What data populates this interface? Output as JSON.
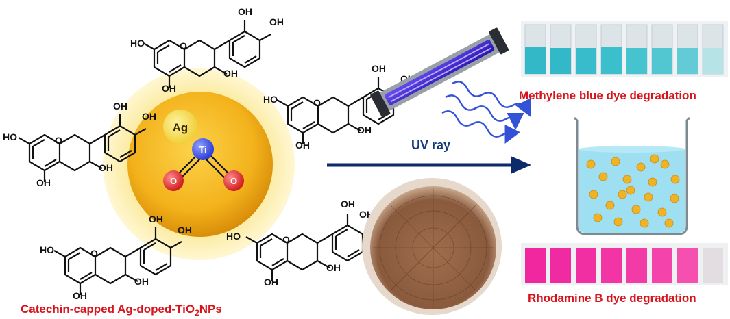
{
  "labels": {
    "ag": "Ag",
    "ti": "Ti",
    "o": "O",
    "oh": "OH",
    "ho": "HO",
    "ring_o": "O",
    "uv": "UV ray",
    "methylene": "Methylene blue dye degradation",
    "rhodamine": "Rhodamine B dye degradation",
    "caption_main": "Catechin-capped Ag-doped-TiO",
    "caption_sub": "2",
    "caption_end": "NPs"
  },
  "colors": {
    "nanoparticle": "#f3b21b",
    "halo": "#fbe99a",
    "silver": "#f6dd4a",
    "titanium": "#2d3fd6",
    "oxygen": "#e0262a",
    "arrow": "#0d2a6b",
    "uv_lamp": "#3b2bd6",
    "uv_waves": "#3452d8",
    "methylene_blue": "#33b8c8",
    "rhodamine_pink": "#f0279f",
    "beaker_liquid": "#8dd9ef",
    "caption": "#d8141b",
    "product_brown": "#9b6a4a"
  },
  "icons": [
    "uv-lamp-icon",
    "beaker-icon",
    "test-tube-icon",
    "petri-dish-icon",
    "wave-icon"
  ]
}
